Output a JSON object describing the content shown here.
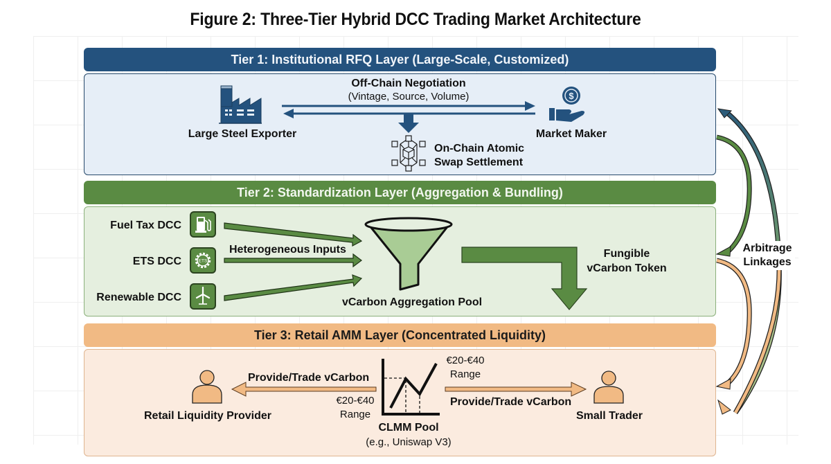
{
  "figure": {
    "title": "Figure 2: Three-Tier Hybrid DCC Trading Market Architecture"
  },
  "colors": {
    "tier1_accent": "#24527e",
    "tier1_panel": "#e6eef7",
    "tier2_accent": "#5a8b43",
    "tier2_panel": "#e5efdf",
    "tier3_accent": "#f1ba84",
    "tier3_panel": "#fbebdf"
  },
  "tier1": {
    "header": "Tier 1: Institutional RFQ Layer (Large-Scale, Customized)",
    "negotiation_title": "Off-Chain Negotiation",
    "negotiation_detail": "(Vintage, Source, Volume)",
    "left_actor": {
      "label": "Large Steel Exporter",
      "icon": "factory-icon"
    },
    "right_actor": {
      "label": "Market Maker",
      "icon": "hand-coin-icon"
    },
    "settlement": {
      "line1": "On-Chain Atomic",
      "line2": "Swap Settlement",
      "icon": "blockchain-network-icon"
    }
  },
  "tier2": {
    "header": "Tier 2: Standardization Layer (Aggregation & Bundling)",
    "inputs": [
      {
        "label": "Fuel Tax DCC",
        "icon": "fuel-pump-icon"
      },
      {
        "label": "ETS DCC",
        "icon": "ets-gear-icon",
        "icon_text": "ETS"
      },
      {
        "label": "Renewable DCC",
        "icon": "wind-turbine-icon"
      }
    ],
    "inputs_caption": "Heterogeneous Inputs",
    "pool_label": "vCarbon Aggregation Pool",
    "output_line1": "Fungible",
    "output_line2": "vCarbon Token"
  },
  "tier3": {
    "header": "Tier 3: Retail AMM Layer (Concentrated Liquidity)",
    "left_actor": {
      "label": "Retail Liquidity Provider",
      "icon": "person-icon"
    },
    "right_actor": {
      "label": "Small Trader",
      "icon": "person-icon"
    },
    "left_flow": "Provide/Trade vCarbon",
    "right_flow": "Provide/Trade vCarbon",
    "range_left_line1": "€20-€40",
    "range_left_line2": "Range",
    "range_right_line1": "€20-€40",
    "range_right_line2": "Range",
    "pool_title": "CLMM Pool",
    "pool_example": "(e.g., Uniswap V3)"
  },
  "arbitrage": {
    "line1": "Arbitrage",
    "line2": "Linkages"
  }
}
